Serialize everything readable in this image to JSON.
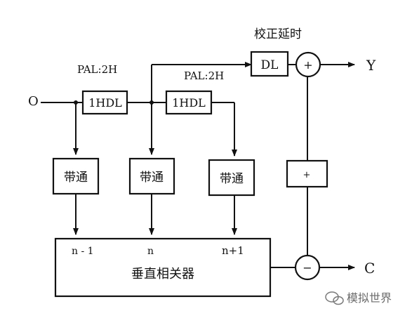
{
  "diagram": {
    "title_delay": "校正延时",
    "label_pal_left": "PAL:2H",
    "label_pal_right": "PAL:2H",
    "input_symbol": "O",
    "delay_block": "DL",
    "hdl_block_1": "1HDL",
    "hdl_block_2": "1HDL",
    "bandpass_1": "带通",
    "bandpass_2": "带通",
    "bandpass_3": "带通",
    "adder_top": "+",
    "adder_mid": "+",
    "subtractor": "−",
    "middle_box": "+",
    "correlator_label": "垂直相关器",
    "tap_n_minus_1": "n - 1",
    "tap_n": "n",
    "tap_n_plus_1": "n+1",
    "output_y": "Y",
    "output_c": "C"
  },
  "watermark": {
    "text": "模拟世界"
  },
  "colors": {
    "line": "#111111",
    "box_fill": "#ffffff",
    "watermark": "#6b6b6b"
  }
}
